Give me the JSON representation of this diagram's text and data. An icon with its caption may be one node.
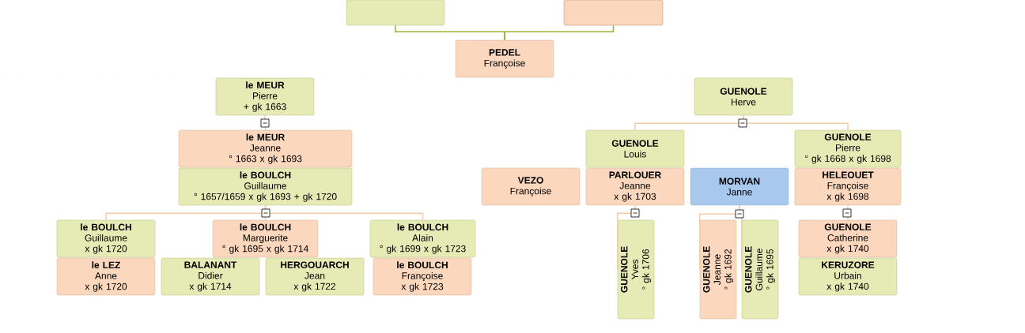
{
  "diagram": {
    "nodes": [
      {
        "text": [],
        "shape": "box"
      },
      {
        "text": [],
        "shape": "box"
      },
      {
        "text": [
          "PEDEL",
          "Françoise"
        ]
      },
      {
        "text": [
          "le MEUR",
          "Pierre",
          "+ gk 1663"
        ]
      },
      {
        "text": [
          "GUENOLE",
          "Herve"
        ]
      },
      {
        "text": [
          "le MEUR",
          "Jeanne",
          "° 1663 x gk 1693"
        ]
      },
      {
        "text": [
          "le BOULCH",
          "Guillaume",
          "° 1657/1659 x gk 1693 + gk 1720"
        ]
      },
      {
        "text": [
          "GUENOLE",
          "Louis"
        ]
      },
      {
        "text": [
          "GUENOLE",
          "Pierre",
          "° gk 1668 x gk 1698"
        ]
      },
      {
        "text": [
          "VEZO",
          "Françoise"
        ]
      },
      {
        "text": [
          "PARLOUER",
          "Jeanne",
          "x gk 1703"
        ]
      },
      {
        "text": [
          "MORVAN",
          "Janne"
        ]
      },
      {
        "text": [
          "HELEOUET",
          "Françoise",
          "x gk 1698"
        ]
      },
      {
        "text": [
          "le BOULCH",
          "Guillaume",
          "x gk 1720"
        ]
      },
      {
        "text": [
          "le BOULCH",
          "Marguerite",
          "° gk 1695 x gk 1714"
        ]
      },
      {
        "text": [
          "le BOULCH",
          "Alain",
          "° gk 1699 x gk 1723"
        ]
      },
      {
        "text": [
          "le LEZ",
          "Anne",
          "x gk 1720"
        ]
      },
      {
        "text": [
          "BALANANT",
          "Didier",
          "x gk 1714"
        ]
      },
      {
        "text": [
          "HERGOUARCH",
          "Jean",
          "x gk 1722"
        ]
      },
      {
        "text": [
          "le BOULCH",
          "Françoise",
          "x gk 1723"
        ]
      },
      {
        "text": [
          "GUENOLE",
          "Yves",
          "° gk 1706"
        ]
      },
      {
        "text": [
          "GUENOLE",
          "Jeanne",
          "° gk 1692"
        ]
      },
      {
        "text": [
          "GUENOLE",
          "Guillaume",
          "° gk 1695"
        ]
      },
      {
        "text": [
          "GUENOLE",
          "Catherine",
          "x gk 1740"
        ]
      },
      {
        "text": [
          "KERUZORE",
          "Urbain",
          "x gk 1740"
        ]
      }
    ],
    "edges": [
      {
        "from": 0,
        "to": 2,
        "arrow": "none",
        "color": "#9aae2f"
      },
      {
        "from": 1,
        "to": 2,
        "arrow": "none",
        "color": "#9aae2f"
      },
      {
        "from": 3,
        "to": 5,
        "arrow": "none"
      },
      {
        "from": 4,
        "to": 7,
        "arrow": "none"
      },
      {
        "from": 4,
        "to": 8,
        "arrow": "none"
      },
      {
        "from": 6,
        "to": 13,
        "arrow": "none"
      },
      {
        "from": 6,
        "to": 14,
        "arrow": "none"
      },
      {
        "from": 6,
        "to": 15,
        "arrow": "none"
      },
      {
        "from": 10,
        "to": 20,
        "arrow": "none"
      },
      {
        "from": 11,
        "to": 21,
        "arrow": "none"
      },
      {
        "from": 11,
        "to": 22,
        "arrow": "none"
      },
      {
        "from": 12,
        "to": 23,
        "arrow": "none"
      }
    ]
  }
}
